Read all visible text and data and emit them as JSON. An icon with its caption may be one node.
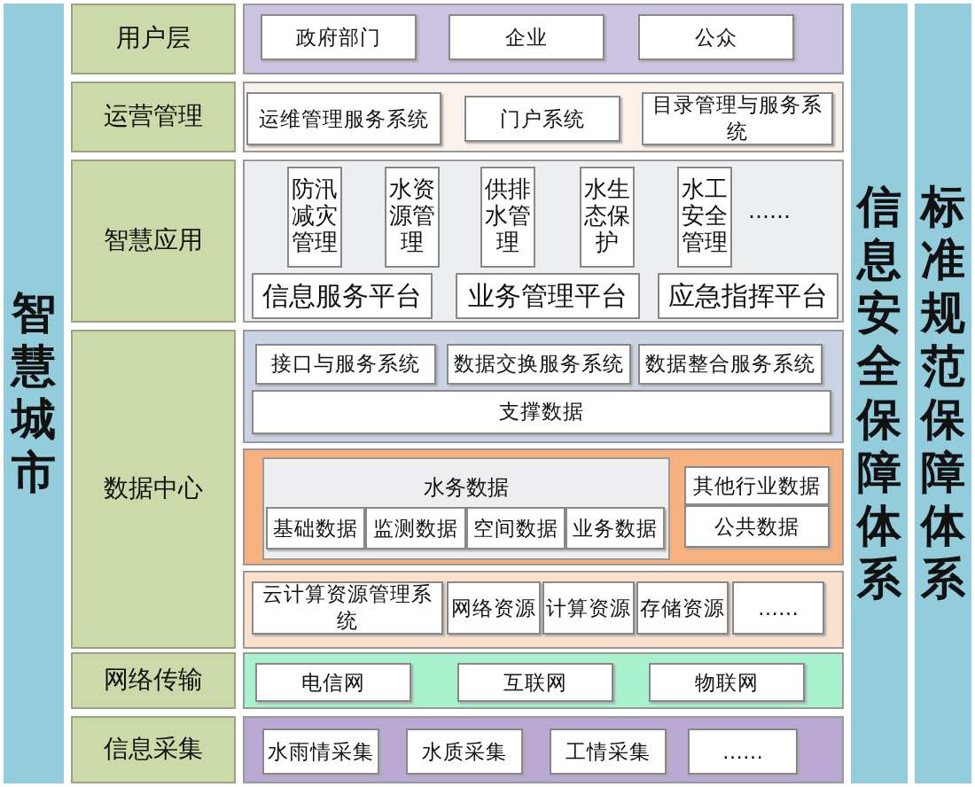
{
  "diagram": {
    "nodes": [
      {
        "text": [
          "智慧城市"
        ]
      },
      {
        "text": [
          "用户层"
        ]
      },
      {
        "text": [],
        "shape": "box"
      },
      {
        "text": [
          "政府部门"
        ],
        "in": 2
      },
      {
        "text": [
          "企业"
        ],
        "in": 2
      },
      {
        "text": [
          "公众"
        ],
        "in": 2
      },
      {
        "text": [
          "运营管理"
        ]
      },
      {
        "text": [],
        "shape": "box"
      },
      {
        "text": [
          "运维管理服务系统"
        ],
        "in": 7
      },
      {
        "text": [
          "门户系统"
        ],
        "in": 7
      },
      {
        "text": [
          "目录管理与服务系统"
        ],
        "in": 7
      },
      {
        "text": [
          "智慧应用"
        ]
      },
      {
        "text": [],
        "shape": "box"
      },
      {
        "text": [
          "防汛减灾管理"
        ],
        "in": 12
      },
      {
        "text": [
          "水资源管理"
        ],
        "in": 12
      },
      {
        "text": [
          "供排水管理"
        ],
        "in": 12
      },
      {
        "text": [
          "水生态保护"
        ],
        "in": 12
      },
      {
        "text": [
          "水工安全管理"
        ],
        "in": 12
      },
      {
        "text": [
          "信息服务平台"
        ],
        "in": 12
      },
      {
        "text": [
          "业务管理平台"
        ],
        "in": 12
      },
      {
        "text": [
          "应急指挥平台"
        ],
        "in": 12
      },
      {
        "text": [
          "数据中心"
        ]
      },
      {
        "text": [],
        "shape": "box"
      },
      {
        "text": [
          "接口与服务系统"
        ],
        "in": 22
      },
      {
        "text": [
          "数据交换服务系统"
        ],
        "in": 22
      },
      {
        "text": [
          "数据整合服务系统"
        ],
        "in": 22
      },
      {
        "text": [
          "支撑数据"
        ],
        "in": 22
      },
      {
        "text": [],
        "shape": "box"
      },
      {
        "text": [
          "水务数据"
        ],
        "in": 27
      },
      {
        "text": [
          "基础数据"
        ],
        "in": 28
      },
      {
        "text": [
          "监测数据"
        ],
        "in": 28
      },
      {
        "text": [
          "空间数据"
        ],
        "in": 28
      },
      {
        "text": [
          "业务数据"
        ],
        "in": 28
      },
      {
        "text": [
          "其他行业数据"
        ],
        "in": 27
      },
      {
        "text": [
          "公共数据"
        ],
        "in": 27
      },
      {
        "text": [],
        "shape": "box"
      },
      {
        "text": [
          "云计算资源管理系统"
        ],
        "in": 35
      },
      {
        "text": [
          "网络资源"
        ],
        "in": 35
      },
      {
        "text": [
          "计算资源"
        ],
        "in": 35
      },
      {
        "text": [
          "存储资源"
        ],
        "in": 35
      },
      {
        "text": [
          "……"
        ],
        "in": 35
      },
      {
        "text": [
          "网络传输"
        ]
      },
      {
        "text": [],
        "shape": "box"
      },
      {
        "text": [
          "电信网"
        ],
        "in": 42
      },
      {
        "text": [
          "互联网"
        ],
        "in": 42
      },
      {
        "text": [
          "物联网"
        ],
        "in": 42
      },
      {
        "text": [
          "信息采集"
        ]
      },
      {
        "text": [],
        "shape": "box"
      },
      {
        "text": [
          "水雨情采集"
        ],
        "in": 47
      },
      {
        "text": [
          "水质采集"
        ],
        "in": 47
      },
      {
        "text": [
          "工情采集"
        ],
        "in": 47
      },
      {
        "text": [
          "……"
        ],
        "in": 47
      },
      {
        "text": [
          "信息安全保障体系"
        ]
      },
      {
        "text": [
          "标准规范保障体系"
        ]
      }
    ],
    "labels": [
      "……"
    ]
  }
}
